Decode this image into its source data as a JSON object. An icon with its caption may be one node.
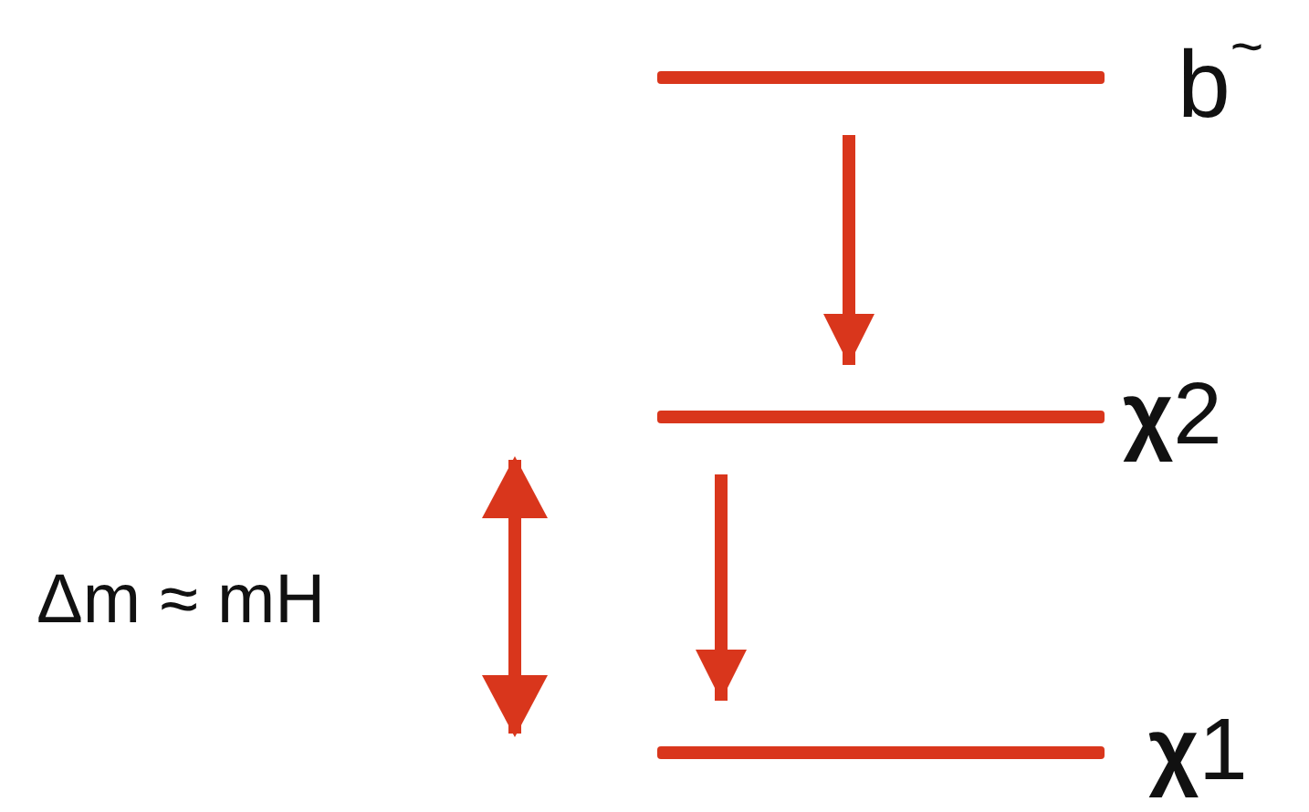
{
  "diagram": {
    "nodes": [
      {
        "text": [
          "b$^{~}$"
        ]
      },
      {
        "text": [
          "**χ**2"
        ]
      },
      {
        "text": [
          "**χ**1"
        ]
      }
    ],
    "edges": [
      {
        "from": 0,
        "to": 1,
        "arrow": "to"
      },
      {
        "from": 1,
        "to": 2,
        "arrow": "to"
      }
    ],
    "labels": [
      "Δm ≈ mH"
    ]
  }
}
